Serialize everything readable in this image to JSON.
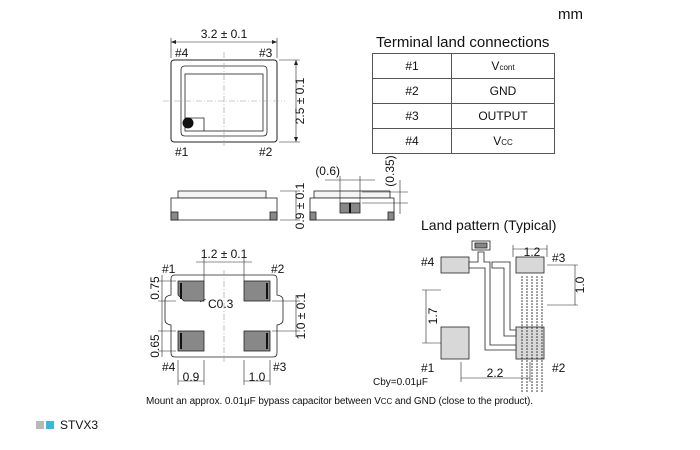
{
  "unit": "mm",
  "top_view": {
    "width_dim": "3.2 ± 0.1",
    "height_dim": "2.5 ± 0.1",
    "pin1": "#1",
    "pin2": "#2",
    "pin3": "#3",
    "pin4": "#4"
  },
  "terminal_table": {
    "title": "Terminal land connections",
    "rows": [
      {
        "pin": "#1",
        "name": "V",
        "sub": "cont"
      },
      {
        "pin": "#2",
        "name": "GND",
        "sub": ""
      },
      {
        "pin": "#3",
        "name": "OUTPUT",
        "sub": ""
      },
      {
        "pin": "#4",
        "name": "V",
        "sub": "CC"
      }
    ]
  },
  "side_view": {
    "height_dim": "0.9 ± 0.1",
    "dim_a": "(0.6)",
    "dim_b": "(0.35)"
  },
  "bottom_view": {
    "top_dim": "1.2 ± 0.1",
    "left_top_dim": "0.75",
    "left_bottom_dim": "0.65",
    "right_dim": "1.0 ± 0.1",
    "bottom_left_dim": "0.9",
    "bottom_right_dim": "1.0",
    "chamfer": "C0.3",
    "pin1": "#1",
    "pin2": "#2",
    "pin3": "#3",
    "pin4": "#4"
  },
  "land_pattern": {
    "title": "Land pattern (Typical)",
    "dim_top": "1.2",
    "dim_right": "1.0",
    "dim_left": "1.7",
    "dim_bottom": "2.2",
    "cap_label": "Cby=0.01μF",
    "pin1": "#1",
    "pin2": "#2",
    "pin3": "#3",
    "pin4": "#4"
  },
  "note": {
    "before": "Mount an approx. 0.01μF bypass capacitor between V",
    "sub": "CC",
    "after": " and GND (close to the product)."
  },
  "model": {
    "name": "STVX3",
    "colors": [
      "#b8b8b8",
      "#3cb6d8"
    ]
  }
}
